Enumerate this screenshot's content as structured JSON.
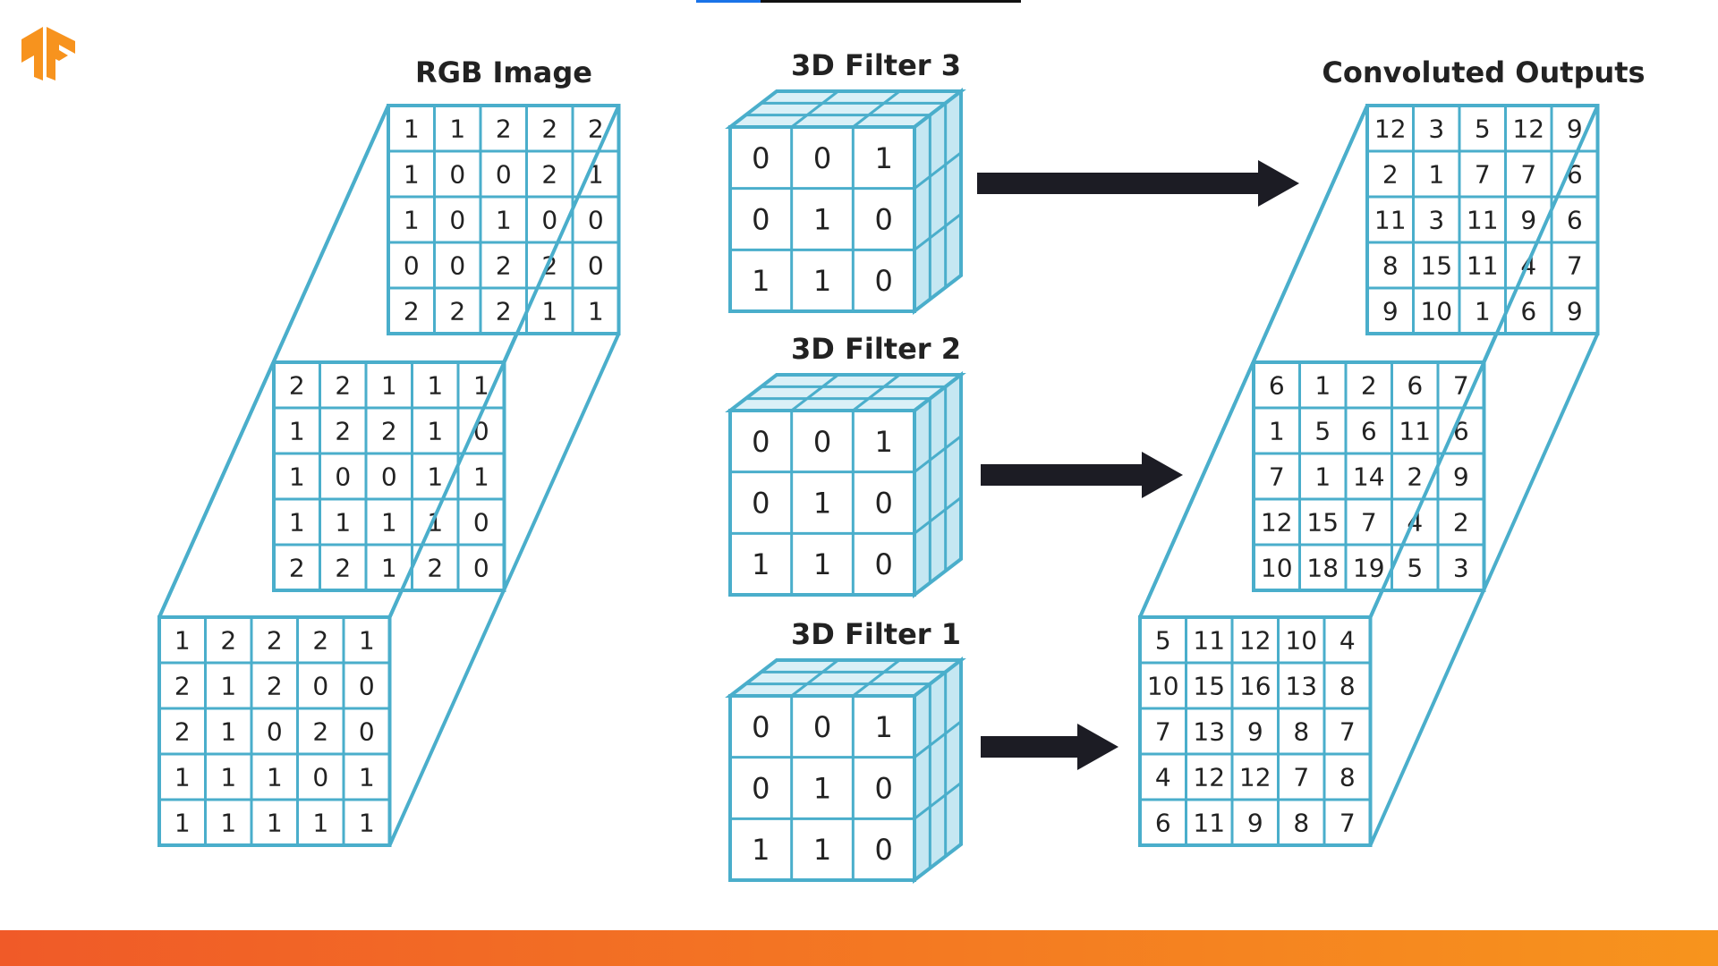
{
  "colors": {
    "grid_stroke": "#4aaecb",
    "cube_top": "#daf0f7",
    "cube_side": "#c5e7f2",
    "text": "#222222",
    "arrow": "#1c1c24",
    "bottom_bar_start": "#f05a28",
    "bottom_bar_end": "#f7941d",
    "logo": "#f7931e",
    "progress_accent": "#1a73e8"
  },
  "logo": {
    "icon": "tensorflow-logo-icon"
  },
  "rgb_image": {
    "title": "RGB Image",
    "layers": [
      [
        [
          1,
          1,
          2,
          2,
          2
        ],
        [
          1,
          0,
          0,
          2,
          1
        ],
        [
          1,
          0,
          1,
          0,
          0
        ],
        [
          0,
          0,
          2,
          2,
          0
        ],
        [
          2,
          2,
          2,
          1,
          1
        ]
      ],
      [
        [
          2,
          2,
          1,
          1,
          1
        ],
        [
          1,
          2,
          2,
          1,
          0
        ],
        [
          1,
          0,
          0,
          1,
          1
        ],
        [
          1,
          1,
          1,
          1,
          0
        ],
        [
          2,
          2,
          1,
          2,
          0
        ]
      ],
      [
        [
          1,
          2,
          2,
          2,
          1
        ],
        [
          2,
          1,
          2,
          0,
          0
        ],
        [
          2,
          1,
          0,
          2,
          0
        ],
        [
          1,
          1,
          1,
          0,
          1
        ],
        [
          1,
          1,
          1,
          1,
          1
        ]
      ]
    ]
  },
  "filters": [
    {
      "title": "3D Filter 3",
      "values": [
        [
          0,
          0,
          1
        ],
        [
          0,
          1,
          0
        ],
        [
          1,
          1,
          0
        ]
      ]
    },
    {
      "title": "3D Filter 2",
      "values": [
        [
          0,
          0,
          1
        ],
        [
          0,
          1,
          0
        ],
        [
          1,
          1,
          0
        ]
      ]
    },
    {
      "title": "3D Filter 1",
      "values": [
        [
          0,
          0,
          1
        ],
        [
          0,
          1,
          0
        ],
        [
          1,
          1,
          0
        ]
      ]
    }
  ],
  "outputs": {
    "title": "Convoluted Outputs",
    "layers": [
      [
        [
          12,
          3,
          5,
          12,
          9
        ],
        [
          2,
          1,
          7,
          7,
          6
        ],
        [
          11,
          3,
          11,
          9,
          6
        ],
        [
          8,
          15,
          11,
          4,
          7
        ],
        [
          9,
          10,
          1,
          6,
          9
        ]
      ],
      [
        [
          6,
          1,
          2,
          6,
          7
        ],
        [
          1,
          5,
          6,
          11,
          6
        ],
        [
          7,
          1,
          14,
          2,
          9
        ],
        [
          12,
          15,
          7,
          4,
          2
        ],
        [
          10,
          18,
          19,
          5,
          3
        ]
      ],
      [
        [
          5,
          11,
          12,
          10,
          4
        ],
        [
          10,
          15,
          16,
          13,
          8
        ],
        [
          7,
          13,
          9,
          8,
          7
        ],
        [
          4,
          12,
          12,
          7,
          8
        ],
        [
          6,
          11,
          9,
          8,
          7
        ]
      ]
    ]
  }
}
